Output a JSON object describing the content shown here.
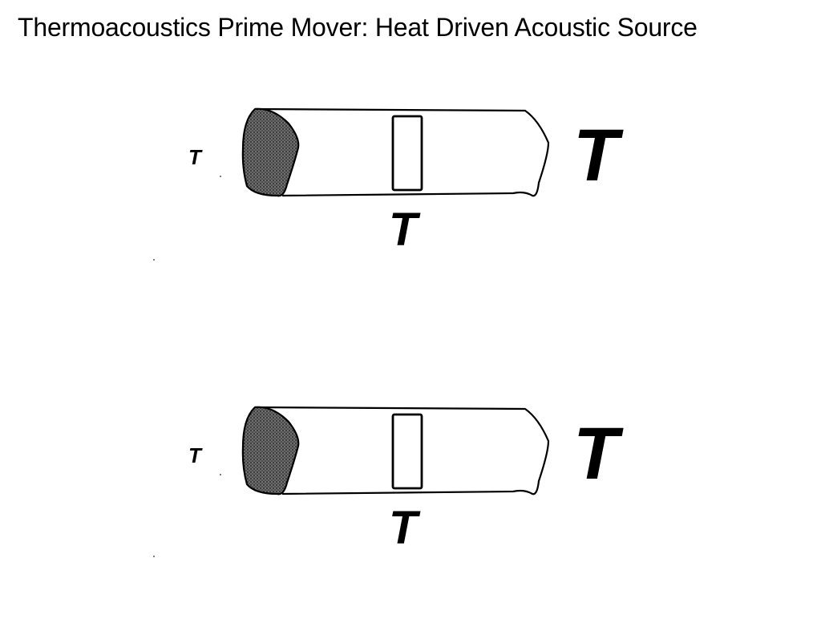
{
  "slide": {
    "title": "Thermoacoustics Prime Mover: Heat Driven Acoustic Source"
  },
  "diagrams": [
    {
      "cold_end_label": "T",
      "stack_label": "T",
      "hot_end_label": "T"
    },
    {
      "cold_end_label": "T",
      "stack_label": "T",
      "hot_end_label": "T"
    }
  ],
  "colors": {
    "ink": "#000000",
    "stipple": "#5a5a5a",
    "background": "#ffffff"
  }
}
